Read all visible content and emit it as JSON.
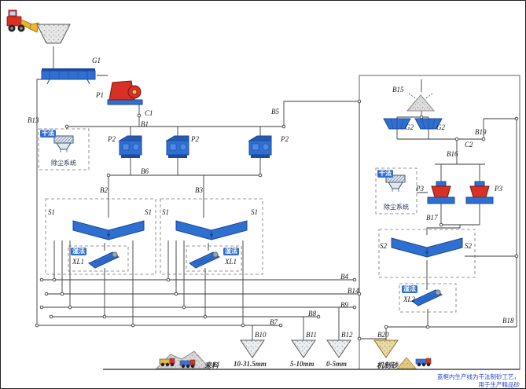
{
  "labels": {
    "g1": "G1",
    "p1": "P1",
    "p2": "P2",
    "p3": "P3",
    "g2": "G2",
    "s1": "S1",
    "s2": "S2",
    "c1": "C1",
    "c2": "C2",
    "xl1": "XL1",
    "xl2": "XL2",
    "b1": "B1",
    "b2": "B2",
    "b3": "B3",
    "b4": "B4",
    "b5": "B5",
    "b6": "B6",
    "b7": "B7",
    "b8": "B8",
    "b9": "B9",
    "b10": "B10",
    "b11": "B11",
    "b12": "B12",
    "b13": "B13",
    "b14": "B14",
    "b15": "B15",
    "b16": "B16",
    "b17": "B17",
    "b18": "B18",
    "b19": "B19",
    "b20": "B20"
  },
  "tags": {
    "dry": "干法",
    "wet": "湿法",
    "dust": "除尘系统"
  },
  "products": {
    "incoming": "来料",
    "size_large": "10-31.5mm",
    "size_mid": "5-10mm",
    "size_small": "0-5mm",
    "sand": "机制砂"
  },
  "note": {
    "line1": "蓝框内生产线为干法制砂工艺，",
    "line2": "用于生产精品砂"
  },
  "colors": {
    "machine_blue": "#2f6fd0",
    "crusher_red": "#d93025",
    "line": "#3a3a3a",
    "sand": "#ecd9a0"
  }
}
